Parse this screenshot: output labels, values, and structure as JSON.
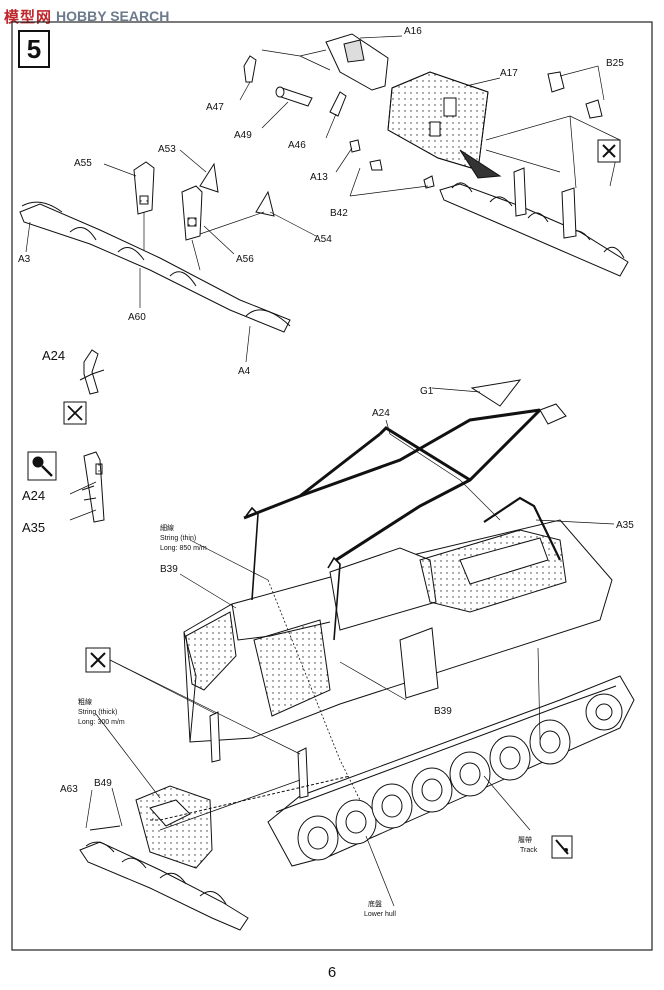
{
  "watermark": {
    "cn": "模型网",
    "en": "HOBBY SEARCH"
  },
  "step": {
    "number": "5"
  },
  "page": {
    "number": "6"
  },
  "parts": {
    "a16": "A16",
    "a17": "A17",
    "b25": "B25",
    "a47": "A47",
    "a49": "A49",
    "a46": "A46",
    "a13": "A13",
    "b42": "B42",
    "a53": "A53",
    "a55": "A55",
    "a54": "A54",
    "a56": "A56",
    "a3": "A3",
    "a60": "A60",
    "a4": "A4",
    "a24_top": "A24",
    "a24_mid": "A24",
    "a35_mid": "A35",
    "g1": "G1",
    "a24_main": "A24",
    "a35_main": "A35",
    "b39_left": "B39",
    "b39_mid": "B39",
    "a63": "A63",
    "b49": "B49"
  },
  "callouts": {
    "string_thin_cn": "細線",
    "string_thin_en": "String (thin)",
    "string_thin_len": "Long: 850 m/m",
    "string_thick_cn": "粗線",
    "string_thick_en": "String (thick)",
    "string_thick_len": "Long: 300 m/m",
    "track_cn": "履帶",
    "track_en": "Track",
    "hull_cn": "底盤",
    "hull_en": "Lower hull"
  }
}
